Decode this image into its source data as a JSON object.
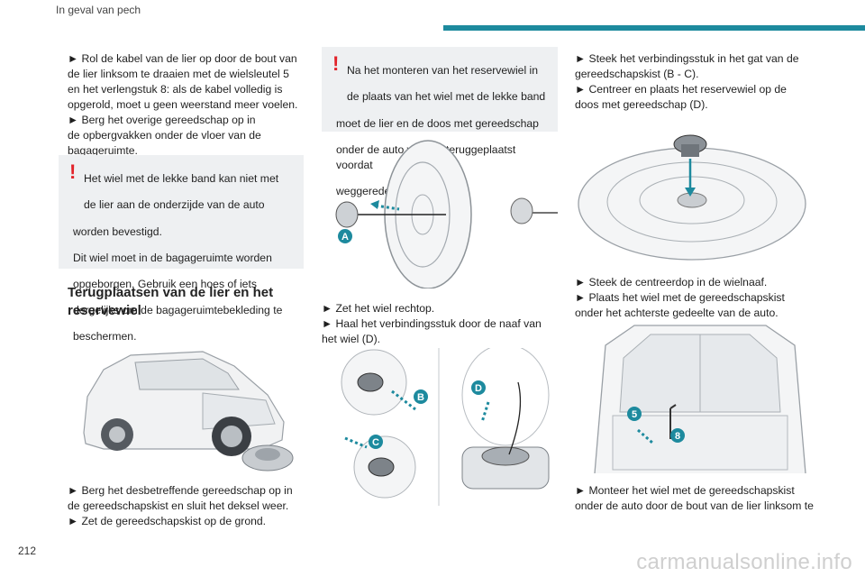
{
  "header": {
    "section": "In geval van pech",
    "accent": "#1d8a9e"
  },
  "page_number": "212",
  "col1": {
    "lines": [
      "► Rol de kabel van de lier op door de bout van",
      "de lier linksom te draaien met de wielsleutel 5",
      "en het verlengstuk 8: als de kabel volledig is",
      "opgerold, moet u geen weerstand meer voelen.",
      "► Berg het overige gereedschap op in",
      "de opbergvakken onder de vloer van de",
      "bagageruimte."
    ],
    "warning": [
      "Het wiel met de lekke band kan niet met",
      "de lier aan de onderzijde van de auto",
      "worden bevestigd.",
      "Dit wiel moet in de bagageruimte worden",
      "opgeborgen. Gebruik een hoes of iets",
      "dergelijks om de bagageruimtebekleding te",
      "beschermen."
    ],
    "heading_1": "Terugplaatsen van de lier en het",
    "heading_2": "reservewiel",
    "after": [
      "► Berg het desbetreffende gereedschap op in",
      "de gereedschapskist en sluit het deksel weer.",
      "► Zet de gereedschapskist op de grond."
    ]
  },
  "col2": {
    "warning": [
      "Na het monteren van het reservewiel in",
      "de plaats van het wiel met de lekke band",
      "moet de lier en de doos met gereedschap",
      "onder de auto worden teruggeplaatst voordat",
      "weggereden kan worden."
    ],
    "fig_label_a": "A",
    "after": [
      "► Zet het wiel rechtop.",
      "► Haal het verbindingsstuk door de naaf van",
      "het wiel (D)."
    ],
    "fig_labels": [
      "B",
      "C",
      "D"
    ]
  },
  "col3": {
    "top": [
      "► Steek het verbindingsstuk in het gat van de",
      "gereedschapskist (B - C).",
      "► Centreer en plaats het reservewiel op de",
      "doos met gereedschap (D)."
    ],
    "mid": [
      "► Steek de centreerdop in de wielnaaf.",
      "► Plaats het wiel met de gereedschapskist",
      "onder het achterste gedeelte van de auto."
    ],
    "fig_labels": [
      "5",
      "8"
    ],
    "bottom": [
      "► Monteer het wiel met de gereedschapskist",
      "onder de auto door de bout van de lier linksom te"
    ]
  },
  "watermark": "carmanualsonline.info"
}
